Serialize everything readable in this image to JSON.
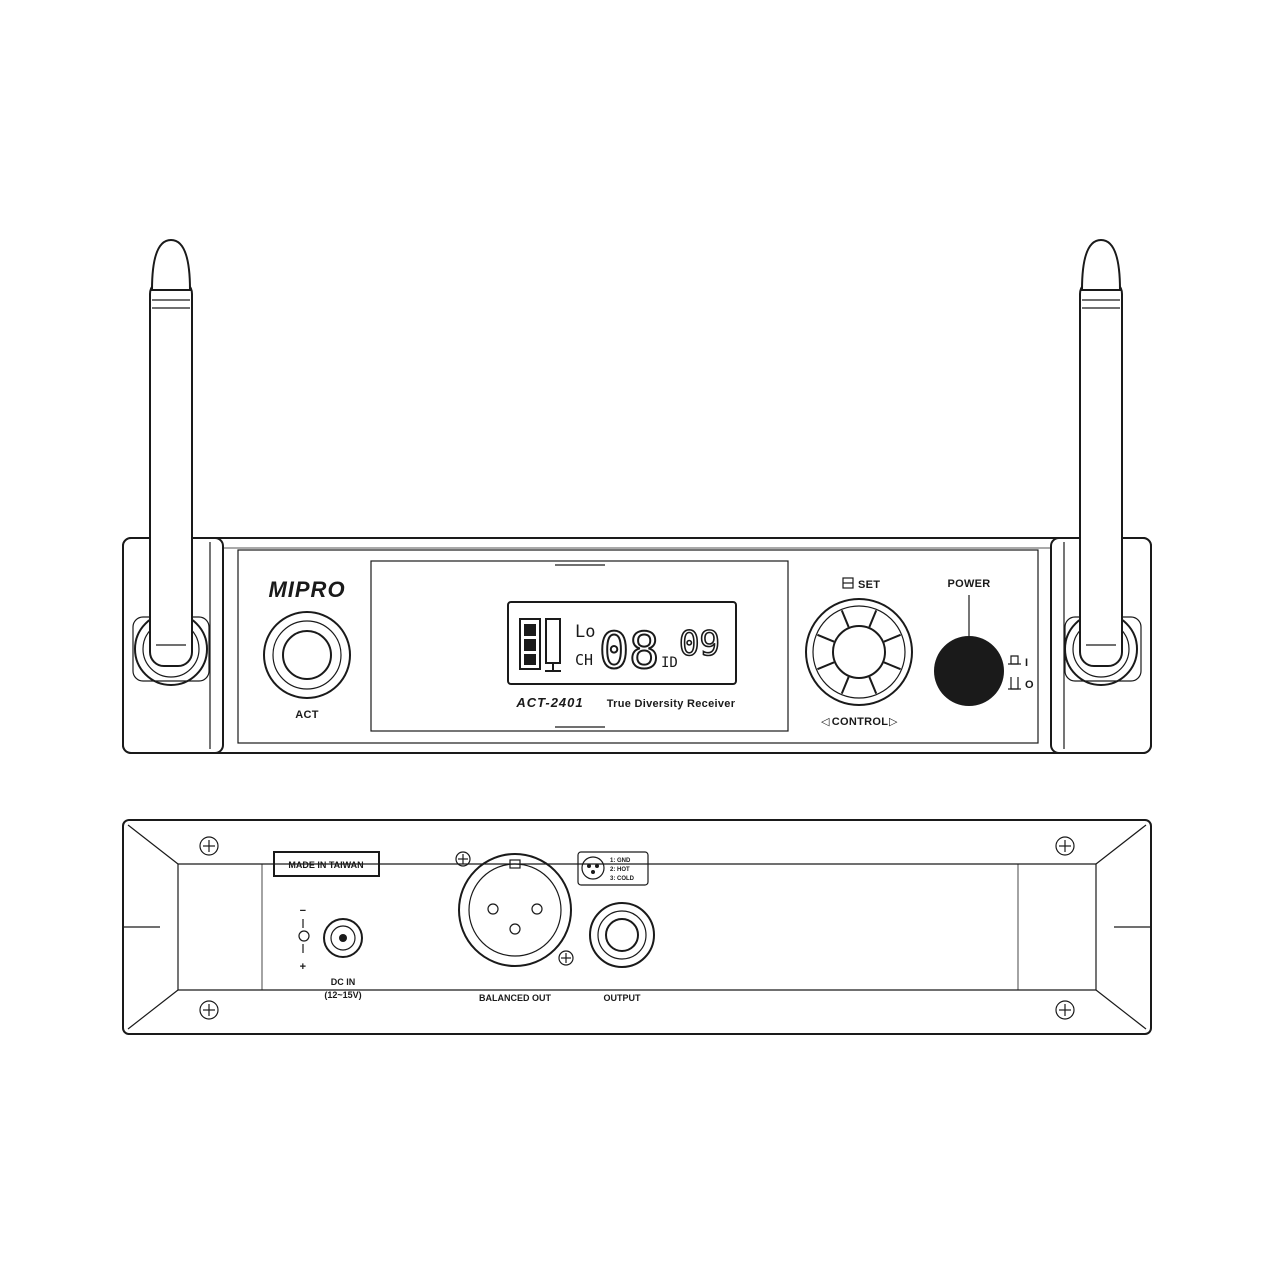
{
  "front_panel": {
    "brand": "MIPRO",
    "act_label": "ACT",
    "lcd": {
      "signal_level": "Lo",
      "ch_label": "CH",
      "channel": "08",
      "id_label": "ID",
      "id_value": "09"
    },
    "model": "ACT-2401",
    "model_desc": "True Diversity Receiver",
    "set_label": "SET",
    "control_label": "CONTROL",
    "power_label": "POWER",
    "power_on": "I",
    "power_off": "O"
  },
  "rear_panel": {
    "made_in": "MADE IN TAIWAN",
    "dc_minus": "−",
    "dc_plus": "+",
    "dc_in_label": "DC IN",
    "dc_in_range": "(12~15V)",
    "xlr_pin1": "1: GND",
    "xlr_pin2": "2: HOT",
    "xlr_pin3": "3: COLD",
    "balanced_out_label": "BALANCED OUT",
    "output_label": "OUTPUT"
  }
}
